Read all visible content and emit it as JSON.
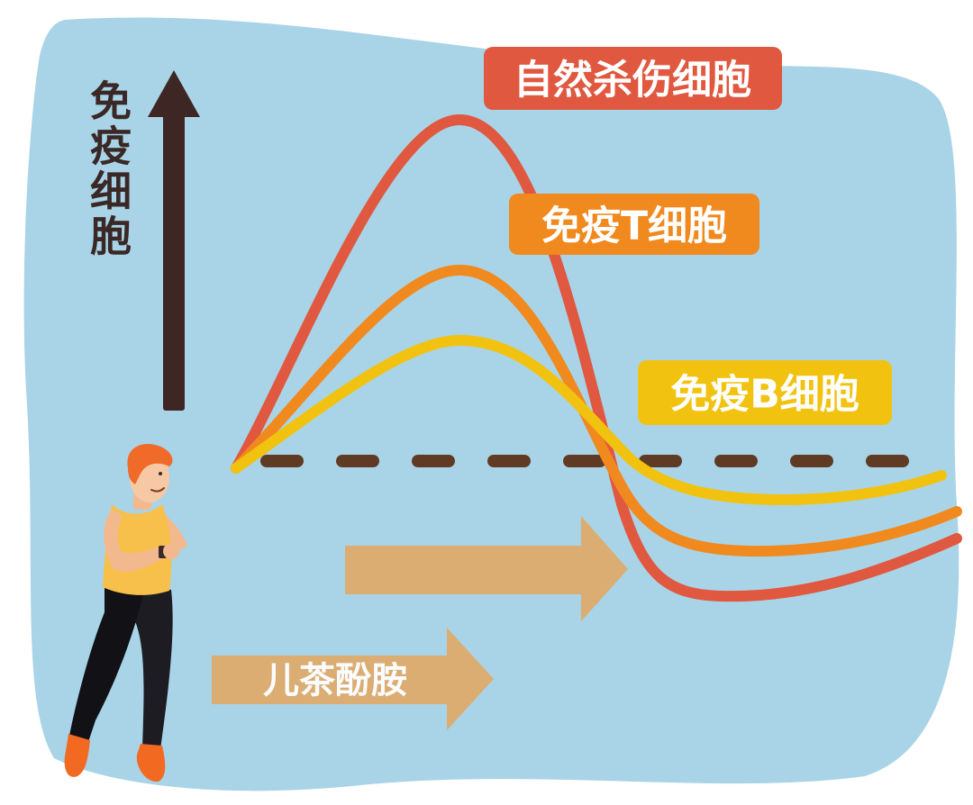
{
  "y_axis_label": "免疫细胞",
  "labels": {
    "nk_cells": "自然杀伤细胞",
    "t_cells": "免疫T细胞",
    "b_cells": "免疫B细胞"
  },
  "arrow_label": "儿茶酚胺",
  "colors": {
    "background_blob": "#a9d4e7",
    "axis_arrow": "#3d2624",
    "nk_cells": "#e0583f",
    "t_cells": "#f08a1f",
    "b_cells": "#f2c210",
    "baseline": "#5e3b22",
    "flow_arrow": "#deab6c"
  }
}
